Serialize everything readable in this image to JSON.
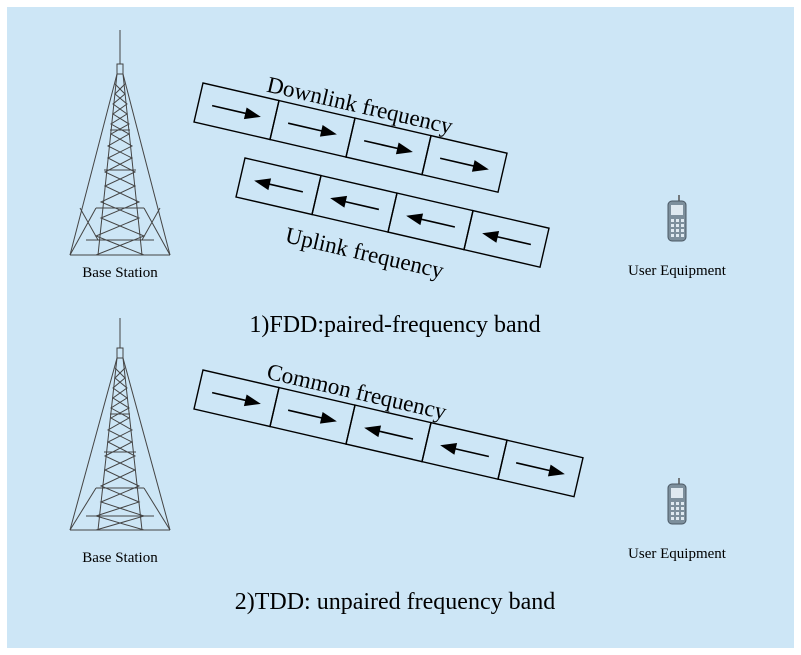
{
  "colors": {
    "background": "#cde6f6",
    "stroke": "#000000",
    "phone_body": "#7d8f9c",
    "phone_screen": "#dfe9f0"
  },
  "icons": {
    "tower": "radio-tower-icon",
    "phone": "mobile-phone-icon"
  },
  "fdd": {
    "base_station_label": "Base Station",
    "user_equipment_label": "User Equipment",
    "caption": "1)FDD:paired-frequency band",
    "downlink": {
      "label": "Downlink frequency",
      "arrows": [
        "right",
        "right",
        "right",
        "right"
      ]
    },
    "uplink": {
      "label": "Uplink frequency",
      "arrows": [
        "left",
        "left",
        "left",
        "left"
      ]
    }
  },
  "tdd": {
    "base_station_label": "Base Station",
    "user_equipment_label": "User Equipment",
    "caption": "2)TDD: unpaired frequency band",
    "common": {
      "label": "Common frequency",
      "arrows": [
        "right",
        "right",
        "left",
        "left",
        "right"
      ]
    }
  }
}
